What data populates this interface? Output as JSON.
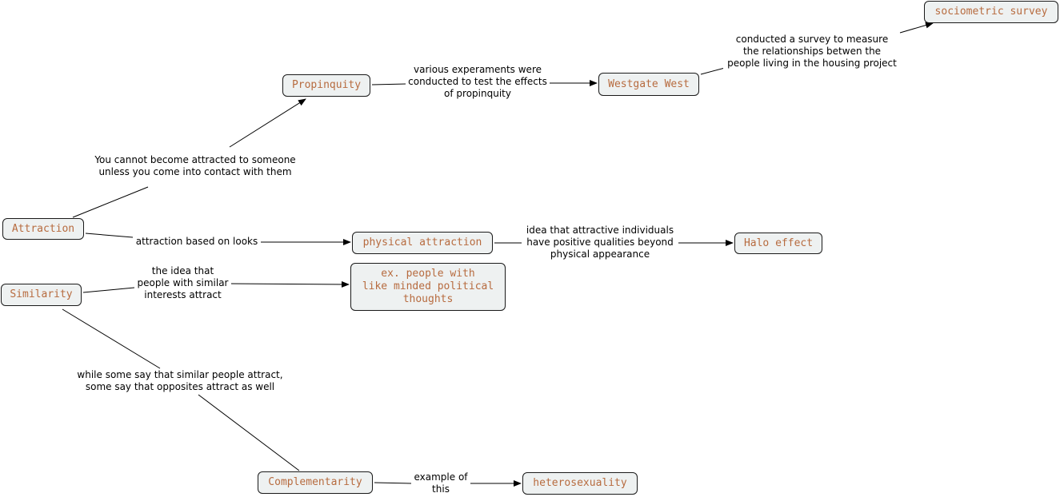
{
  "colors": {
    "node_text": "#b76b3f",
    "node_fill": "#eef1f1",
    "line": "#000000"
  },
  "nodes": {
    "attraction": "Attraction",
    "similarity": "Similarity",
    "propinquity": "Propinquity",
    "westgate_west": "Westgate West",
    "sociometric_survey": "sociometric survey",
    "physical_attraction": "physical attraction",
    "halo_effect": "Halo effect",
    "political_example": "ex. people with\nlike minded political\nthoughts",
    "complementarity": "Complementarity",
    "heterosexuality": "heterosexuality"
  },
  "links": {
    "contact": "You cannot become attracted to someone\nunless you come into contact with them",
    "experiments": "various experaments were\nconducted to test the effects\nof propinquity",
    "survey": "conducted a survey to measure\nthe relationships betwen the\npeople living in the housing project",
    "looks": "attraction based on looks",
    "halo": "idea that attractive individuals\nhave positive qualities beyond\nphysical appearance",
    "similar_interests": "the idea that\npeople with similar\ninterests attract",
    "opposites": "while some say that similar people attract,\nsome say that opposites attract as well",
    "example_of": "example of\nthis"
  }
}
